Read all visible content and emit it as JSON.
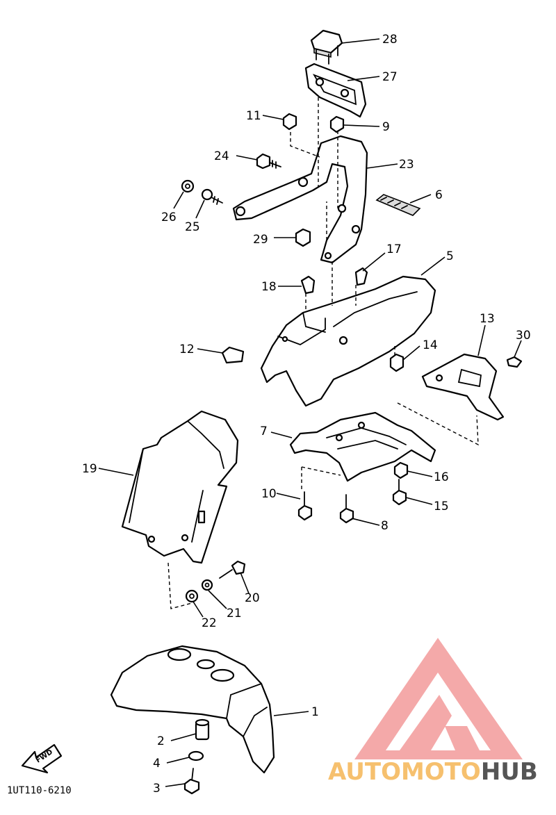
{
  "diagram_code": "1UT110-6210",
  "fwd_label": "FWD",
  "watermark": {
    "word1": "AUTO",
    "word2": "MOTO",
    "word3": "HUB",
    "color_light": "#f6c06e",
    "color_dark": "#555555",
    "triangle_color": "#f08c8c"
  },
  "callouts": [
    {
      "id": "28",
      "label": "28"
    },
    {
      "id": "27",
      "label": "27"
    },
    {
      "id": "11",
      "label": "11"
    },
    {
      "id": "9",
      "label": "9"
    },
    {
      "id": "24",
      "label": "24"
    },
    {
      "id": "23",
      "label": "23"
    },
    {
      "id": "6",
      "label": "6"
    },
    {
      "id": "26",
      "label": "26"
    },
    {
      "id": "25",
      "label": "25"
    },
    {
      "id": "29",
      "label": "29"
    },
    {
      "id": "17",
      "label": "17"
    },
    {
      "id": "5",
      "label": "5"
    },
    {
      "id": "18",
      "label": "18"
    },
    {
      "id": "13",
      "label": "13"
    },
    {
      "id": "30",
      "label": "30"
    },
    {
      "id": "14",
      "label": "14"
    },
    {
      "id": "12",
      "label": "12"
    },
    {
      "id": "7",
      "label": "7"
    },
    {
      "id": "19",
      "label": "19"
    },
    {
      "id": "16",
      "label": "16"
    },
    {
      "id": "10",
      "label": "10"
    },
    {
      "id": "15",
      "label": "15"
    },
    {
      "id": "8",
      "label": "8"
    },
    {
      "id": "20",
      "label": "20"
    },
    {
      "id": "21",
      "label": "21"
    },
    {
      "id": "22",
      "label": "22"
    },
    {
      "id": "1",
      "label": "1"
    },
    {
      "id": "2",
      "label": "2"
    },
    {
      "id": "4",
      "label": "4"
    },
    {
      "id": "3",
      "label": "3"
    }
  ]
}
